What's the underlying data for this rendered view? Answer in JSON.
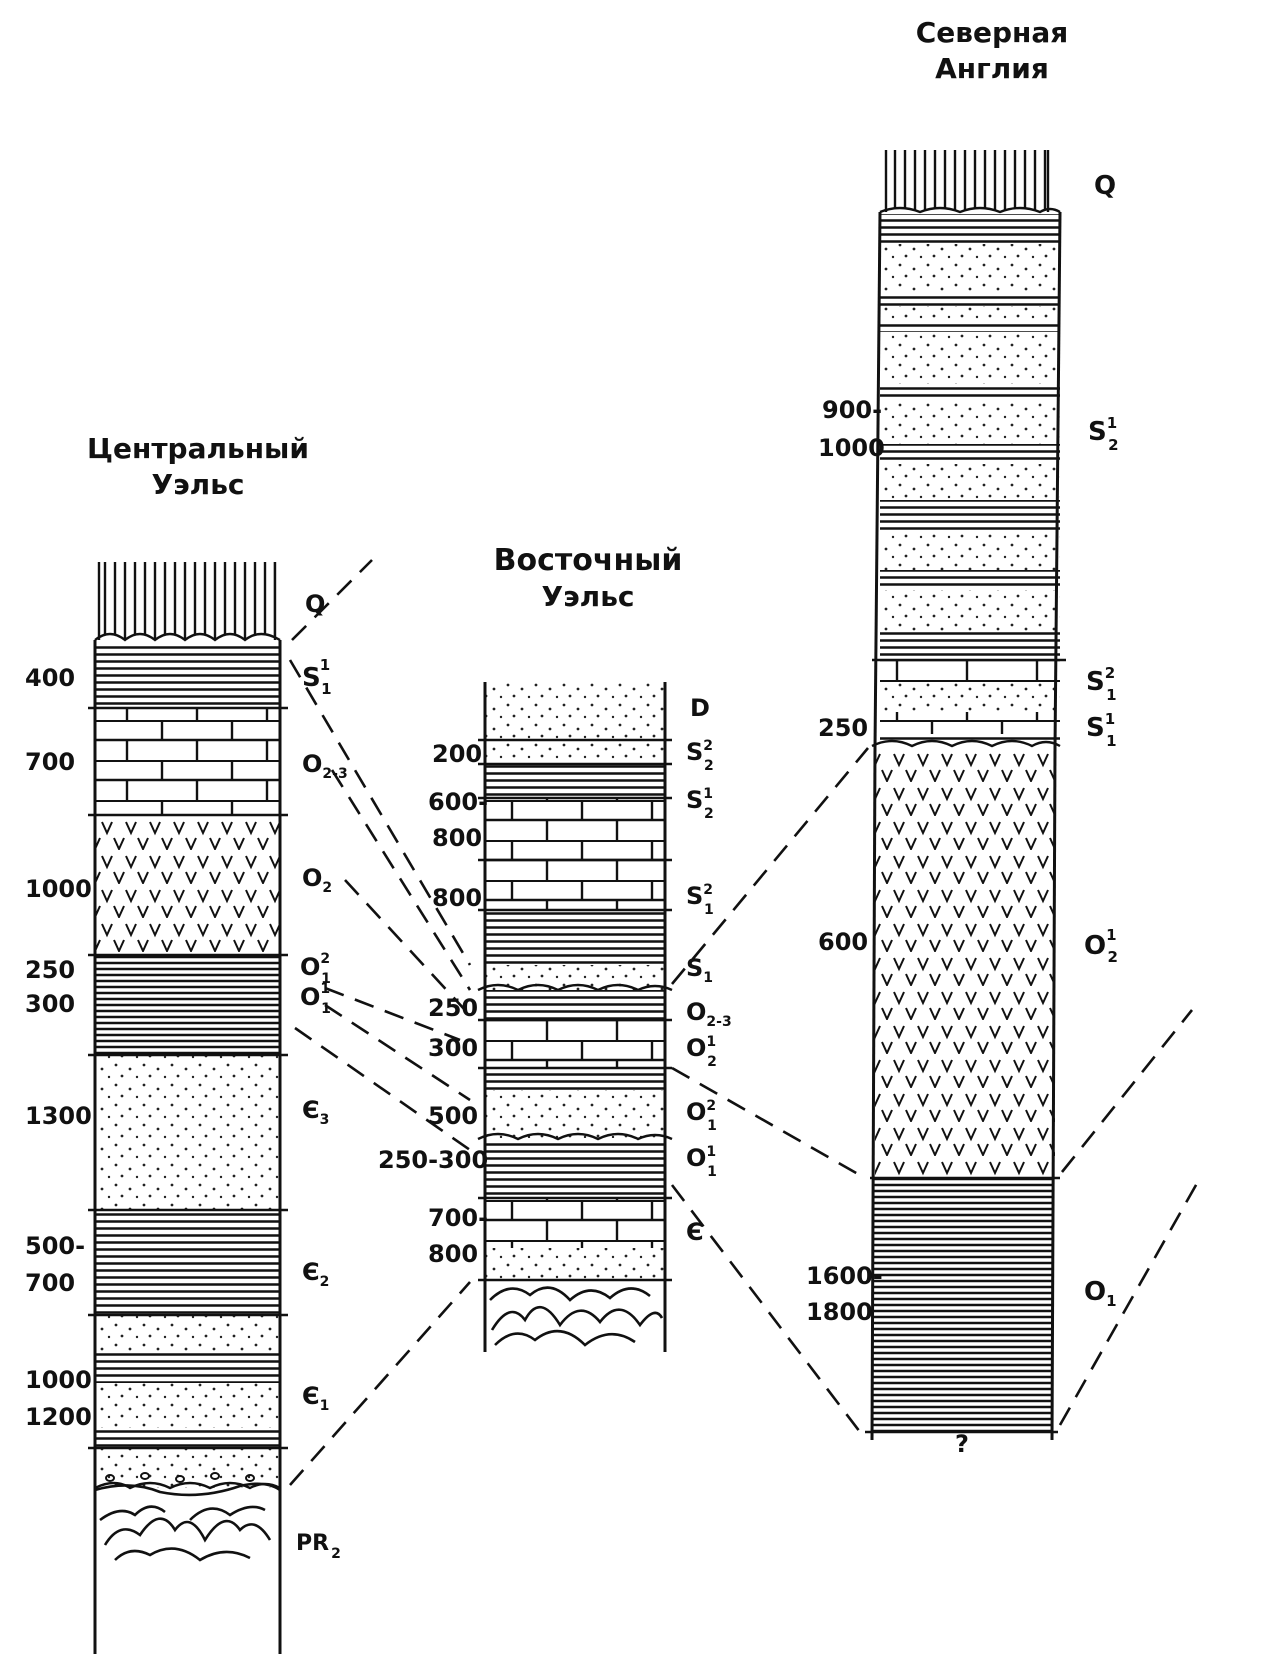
{
  "columns": {
    "central": {
      "title_line1": "Центральный",
      "title_line2": "Уэльс",
      "units": [
        {
          "thickness": "",
          "index": "Q",
          "lithology": "quaternary"
        },
        {
          "thickness": "400",
          "index": "S",
          "sub": "1",
          "sup": "1",
          "lithology": "shale"
        },
        {
          "thickness": "700",
          "index": "O",
          "sub": "2-3",
          "sup": "",
          "lithology": "limestone"
        },
        {
          "thickness": "1000",
          "index": "O",
          "sub": "2",
          "sup": "",
          "lithology": "volcanics"
        },
        {
          "thickness": "250",
          "index": "O",
          "sub": "1",
          "sup": "2",
          "lithology": "shale"
        },
        {
          "thickness": "300",
          "index": "O",
          "sub": "1",
          "sup": "1",
          "lithology": "shale"
        },
        {
          "thickness": "1300",
          "index": "Є",
          "sub": "3",
          "sup": "",
          "lithology": "sandstone"
        },
        {
          "thickness": "500-",
          "thickness2": "700",
          "index": "Є",
          "sub": "2",
          "sup": "",
          "lithology": "shale"
        },
        {
          "thickness": "1000",
          "thickness2": "1200",
          "index": "Є",
          "sub": "1",
          "sup": "",
          "lithology": "shale and sandstone"
        },
        {
          "thickness": "",
          "index": "PR",
          "sub": "2",
          "sup": "",
          "lithology": "metamorphic basement"
        }
      ]
    },
    "eastern": {
      "title_line1": "Восточный",
      "title_line2": "Уэльс",
      "units": [
        {
          "thickness": "",
          "index": "D",
          "sub": "",
          "sup": "",
          "lithology": "sandstone"
        },
        {
          "thickness": "200",
          "index": "S",
          "sub": "2",
          "sup": "2",
          "lithology": "sandstone"
        },
        {
          "thickness": "600-",
          "thickness2": "800",
          "index": "S",
          "sub": "2",
          "sup": "1",
          "lithology": "limestone"
        },
        {
          "thickness": "800",
          "index": "S",
          "sub": "1",
          "sup": "2",
          "lithology": "limestone"
        },
        {
          "thickness": "",
          "index": "S",
          "sub": "1",
          "sup": "",
          "lithology": "shale"
        },
        {
          "thickness": "250",
          "index": "O",
          "sub": "2-3",
          "sup": "",
          "lithology": "shale"
        },
        {
          "thickness": "300",
          "index": "O",
          "sub": "2",
          "sup": "1",
          "lithology": "limestone"
        },
        {
          "thickness": "500",
          "index": "O",
          "sub": "1",
          "sup": "2",
          "lithology": "sandstone"
        },
        {
          "thickness": "250-300",
          "index": "O",
          "sub": "1",
          "sup": "1",
          "lithology": "shale"
        },
        {
          "thickness": "700-",
          "thickness2": "800",
          "index": "Є",
          "sub": "",
          "sup": "",
          "lithology": "limestone"
        }
      ]
    },
    "northern": {
      "title_line1": "Северная",
      "title_line2": "Англия",
      "footnote": "?",
      "units": [
        {
          "thickness": "",
          "index": "Q",
          "sub": "",
          "sup": "",
          "lithology": "quaternary"
        },
        {
          "thickness": "900-",
          "thickness2": "1000",
          "index": "S",
          "sub": "2",
          "sup": "1",
          "lithology": "sandstone and shale"
        },
        {
          "thickness": "",
          "index": "S",
          "sub": "1",
          "sup": "2",
          "lithology": "limestone"
        },
        {
          "thickness": "250",
          "index": "S",
          "sub": "1",
          "sup": "1",
          "lithology": "limestone"
        },
        {
          "thickness": "600",
          "index": "O",
          "sub": "2",
          "sup": "1",
          "lithology": "volcanics"
        },
        {
          "thickness": "1600-",
          "thickness2": "1800",
          "index": "O",
          "sub": "1",
          "sup": "",
          "lithology": "shale"
        }
      ]
    }
  }
}
